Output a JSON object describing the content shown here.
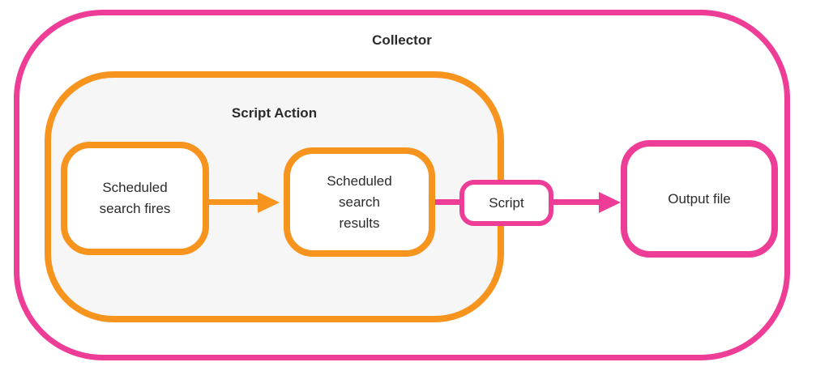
{
  "diagram": {
    "collector_label": "Collector",
    "script_action_label": "Script Action",
    "nodes": {
      "scheduled_search_fires": "Scheduled search fires",
      "scheduled_search_results": "Scheduled search results",
      "script": "Script",
      "output_file": "Output file"
    },
    "colors": {
      "pink": "#EE3D96",
      "orange": "#F7941E",
      "script_action_fill": "#F6F6F6",
      "text": "#2B2B2B"
    }
  }
}
